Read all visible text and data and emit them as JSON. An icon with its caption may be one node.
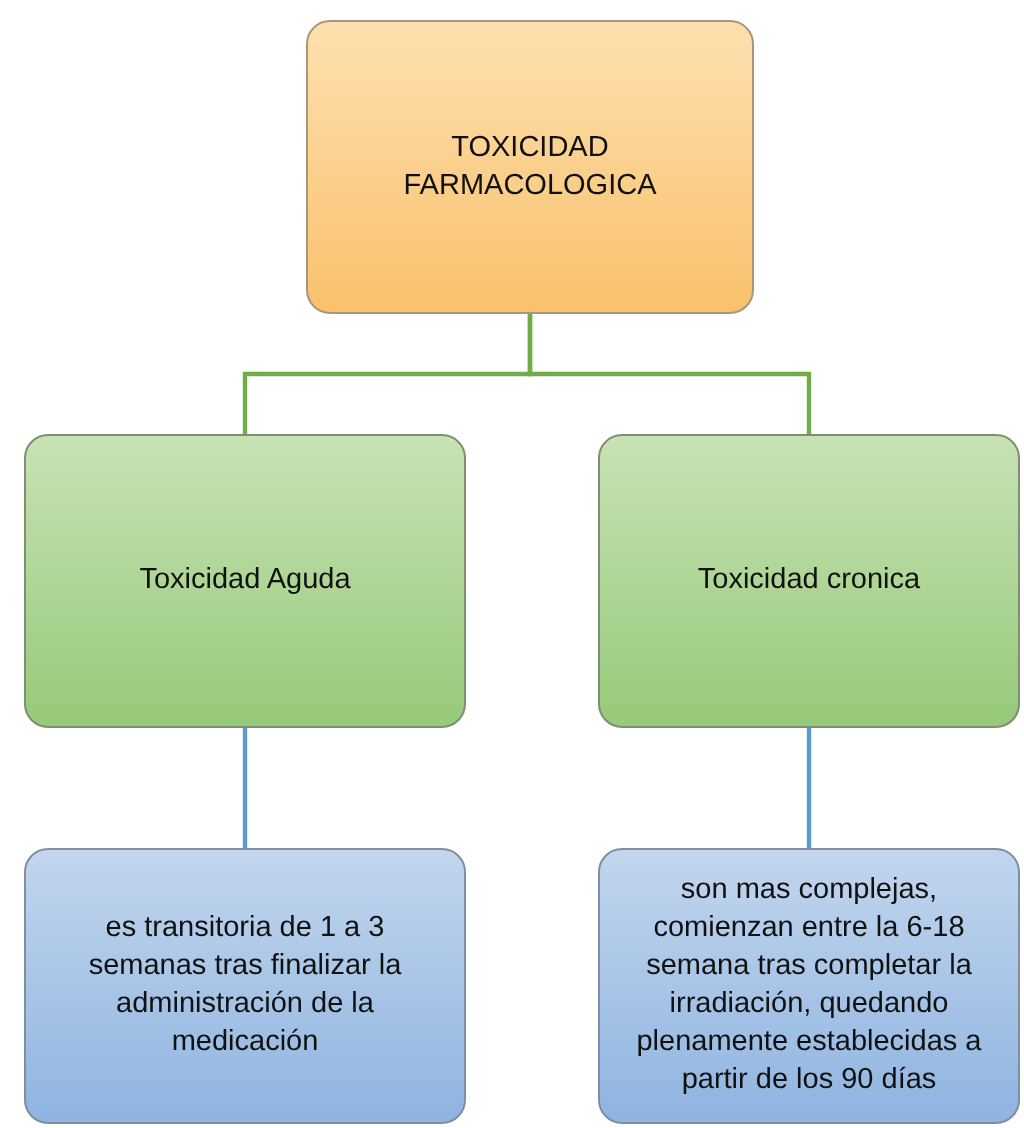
{
  "diagram": {
    "nodes": [
      {
        "text": [
          "TOXICIDAD FARMACOLOGICA"
        ]
      },
      {
        "text": [
          "Toxicidad Aguda"
        ]
      },
      {
        "text": [
          "Toxicidad cronica"
        ]
      },
      {
        "text": [
          "es transitoria de 1 a 3 semanas tras finalizar la administración de la medicación"
        ]
      },
      {
        "text": [
          "son mas complejas, comienzan entre la 6-18 semana tras completar la irradiación, quedando plenamente establecidas a partir de los 90 días"
        ]
      }
    ],
    "edges": [
      {
        "from": 0,
        "to": 1,
        "arrow": "none",
        "color": "#70ad47"
      },
      {
        "from": 0,
        "to": 2,
        "arrow": "none",
        "color": "#70ad47"
      },
      {
        "from": 1,
        "to": 3,
        "arrow": "none",
        "color": "#5b9bd5"
      },
      {
        "from": 2,
        "to": 4,
        "arrow": "none",
        "color": "#5b9bd5"
      }
    ]
  }
}
